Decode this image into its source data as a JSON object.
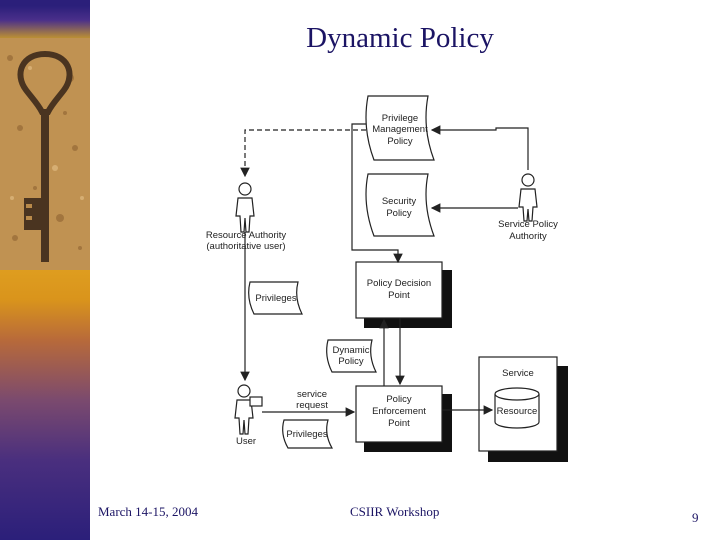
{
  "slide": {
    "title": "Dynamic Policy",
    "footer_left": "March 14-15, 2004",
    "footer_center": "CSIIR Workshop",
    "page_number": "9"
  },
  "diagram": {
    "pmp": [
      "Privilege",
      "Management",
      "Policy"
    ],
    "security_policy": [
      "Security",
      "Policy"
    ],
    "resource_authority": [
      "Resource Authority",
      "(authoritative user)"
    ],
    "service_policy_authority": [
      "Service Policy",
      "Authority"
    ],
    "pdp": [
      "Policy Decision",
      "Point"
    ],
    "privileges_doc": "Privileges",
    "dynamic_policy": [
      "Dynamic",
      "Policy"
    ],
    "service_request": [
      "service",
      "request"
    ],
    "pep": [
      "Policy",
      "Enforcement",
      "Point"
    ],
    "service_box": "Service",
    "resource": "Resource",
    "user": "User",
    "privileges_doc_user": "Privileges"
  },
  "colors": {
    "title": "#1b1464",
    "sidebar": "#2b1f7a",
    "accent_gold": "#e0aa2a"
  }
}
